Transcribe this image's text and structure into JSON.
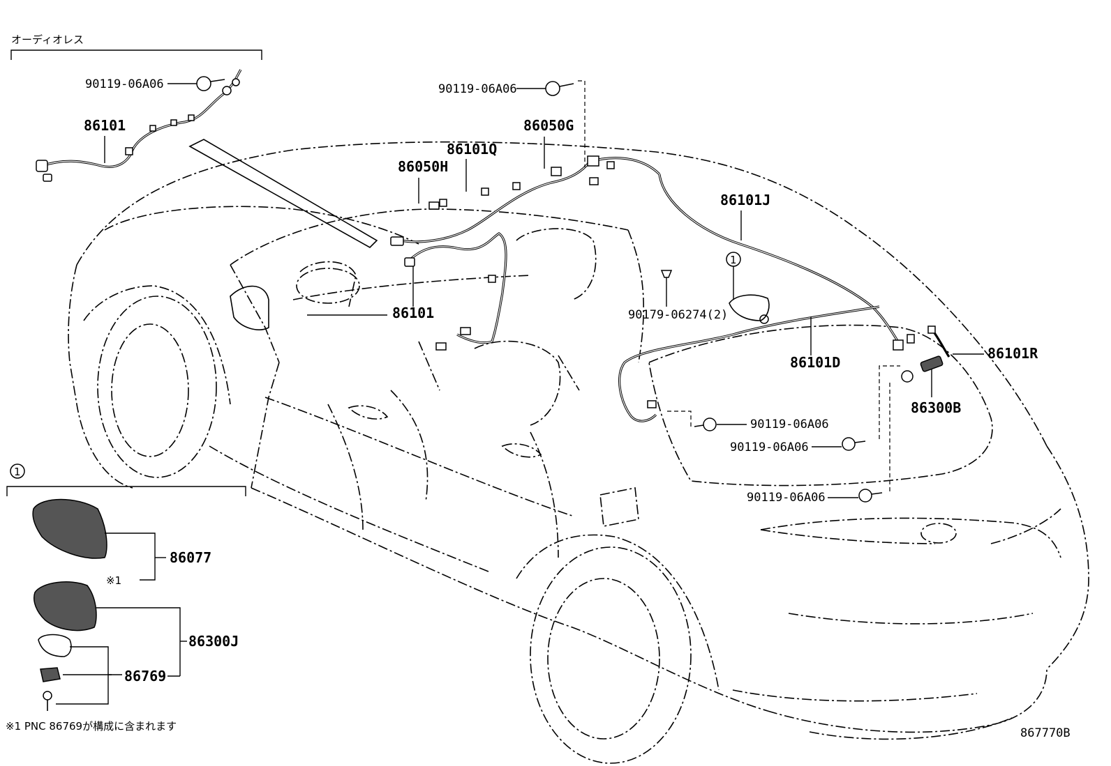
{
  "labels": {
    "audioless": "オーディオレス",
    "p86101_top": "86101",
    "bolt_top_left": "90119-06A06",
    "bolt_top_center": "90119-06A06",
    "p86050G": "86050G",
    "p86101Q": "86101Q",
    "p86050H": "86050H",
    "p86101J": "86101J",
    "circle_one_ref": "1",
    "p86101_mid": "86101",
    "clip_90179": "90179-06274(2)",
    "p86101D": "86101D",
    "p86101R": "86101R",
    "p86300B": "86300B",
    "bolt_right1": "90119-06A06",
    "bolt_right2": "90119-06A06",
    "bolt_right3": "90119-06A06",
    "circle_one_box": "1",
    "p86077": "86077",
    "note_mark": "※1",
    "p86300J": "86300J",
    "p86769": "86769",
    "footnote": "※1 PNC 86769が構成に含まれます",
    "diagram_id": "867770B"
  }
}
